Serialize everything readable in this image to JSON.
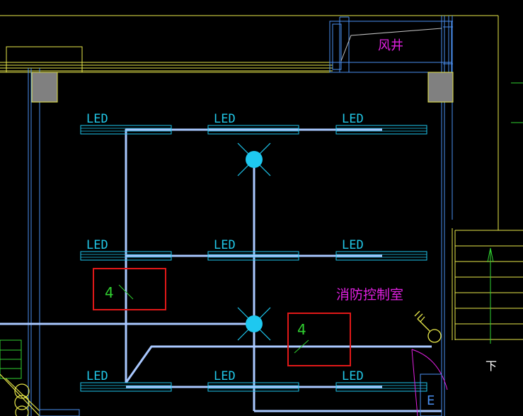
{
  "colors": {
    "background": "#000000",
    "wall_yellow": "#e8e84a",
    "wall_blue": "#4a8ff0",
    "conduit": "#a9c8ff",
    "fixture_cyan": "#1ec8f0",
    "label_cyan": "#21c8e8",
    "magenta": "#e020e0",
    "green": "#30d030",
    "red_box": "#e01818",
    "column_gray": "#808080",
    "white": "#ffffff"
  },
  "labels": {
    "shaft": "风井",
    "room": "消防控制室",
    "stair_down": "下",
    "exit_mark": "E",
    "led": "LED",
    "wire_count_1": "4",
    "wire_count_2": "4"
  },
  "led_fixtures": [
    {
      "row": 1,
      "col": 1,
      "label": "LED"
    },
    {
      "row": 1,
      "col": 2,
      "label": "LED"
    },
    {
      "row": 1,
      "col": 3,
      "label": "LED"
    },
    {
      "row": 2,
      "col": 1,
      "label": "LED"
    },
    {
      "row": 2,
      "col": 2,
      "label": "LED"
    },
    {
      "row": 2,
      "col": 3,
      "label": "LED"
    },
    {
      "row": 3,
      "col": 1,
      "label": "LED"
    },
    {
      "row": 3,
      "col": 2,
      "label": "LED"
    },
    {
      "row": 3,
      "col": 3,
      "label": "LED"
    }
  ],
  "highlight_boxes": [
    {
      "label": "4"
    },
    {
      "label": "4"
    }
  ]
}
